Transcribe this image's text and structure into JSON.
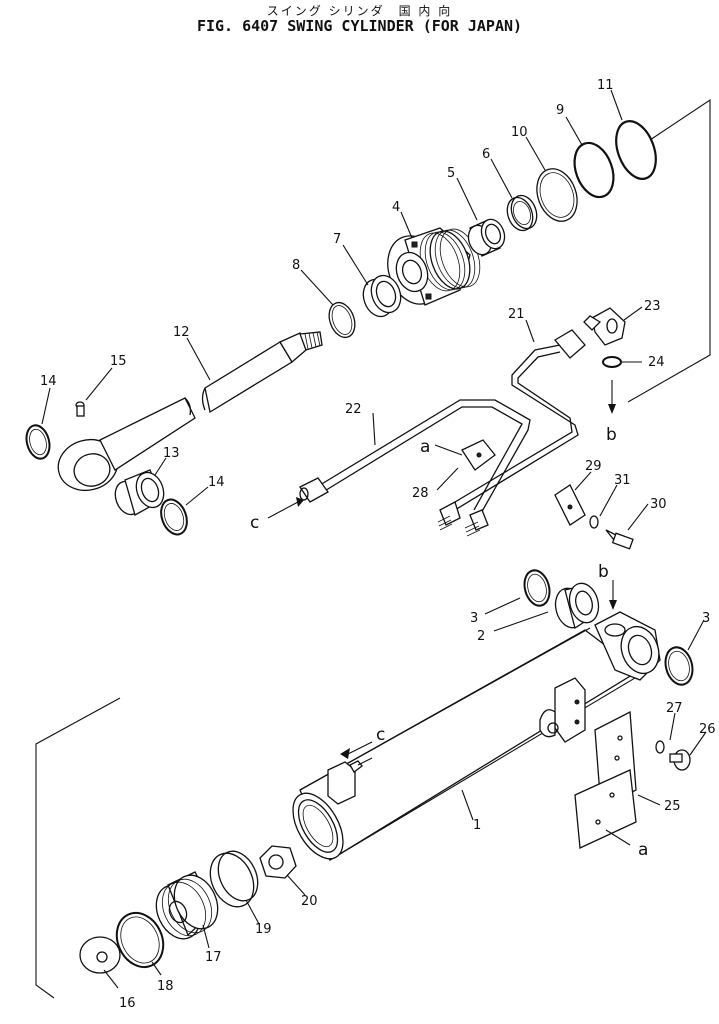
{
  "title_jp": "スイング シリンダ　国 内 向",
  "title": "FIG. 6407  SWING CYLINDER (FOR JAPAN)",
  "callouts": {
    "p1": "1",
    "p2": "2",
    "p3a": "3",
    "p3b": "3",
    "p4": "4",
    "p5": "5",
    "p6": "6",
    "p7": "7",
    "p8": "8",
    "p9": "9",
    "p10": "10",
    "p11": "11",
    "p12": "12",
    "p13": "13",
    "p14a": "14",
    "p14b": "14",
    "p15": "15",
    "p16": "16",
    "p17": "17",
    "p18": "18",
    "p19": "19",
    "p20": "20",
    "p21": "21",
    "p22": "22",
    "p23": "23",
    "p24": "24",
    "p25": "25",
    "p26": "26",
    "p27": "27",
    "p28": "28",
    "p29": "29",
    "p30": "30",
    "p31": "31"
  },
  "refs": {
    "a1": "a",
    "a2": "a",
    "b1": "b",
    "b2": "b",
    "c1": "c",
    "c2": "c"
  }
}
